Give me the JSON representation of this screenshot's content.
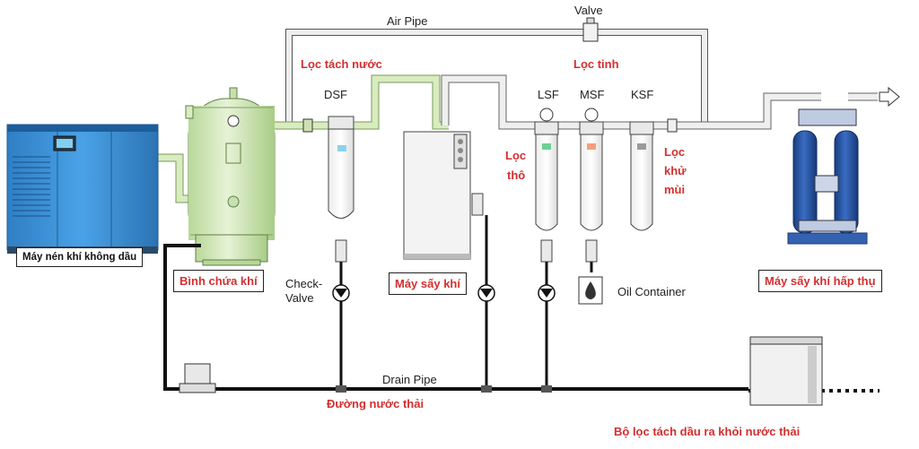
{
  "labels": {
    "air_pipe": "Air Pipe",
    "valve": "Valve",
    "dsf": "DSF",
    "lsf": "LSF",
    "msf": "MSF",
    "ksf": "KSF",
    "check_valve_1": "Check-",
    "check_valve_2": "Valve",
    "oil_container": "Oil Container",
    "drain_pipe": "Drain Pipe"
  },
  "vn_labels": {
    "compressor": "Máy nén khí không dầu",
    "air_tank": "Bình chứa khí",
    "water_separator": "Lọc tách nước",
    "fine_filter": "Lọc tinh",
    "coarse_1": "Lọc",
    "coarse_2": "thô",
    "odor_1": "Lọc",
    "odor_2": "khử",
    "odor_3": "mùi",
    "refrigerated_dryer": "Máy sấy khí",
    "desiccant_dryer": "Máy sấy khí hấp thụ",
    "drain_line": "Đường nước thải",
    "oil_water_separator": "Bộ lọc tách dầu ra khỏi nước thải"
  },
  "colors": {
    "label_red": "#d32f2f",
    "pipe_green": "#cfe8a8",
    "tank_green": "#d9ecc2",
    "compressor_blue": "#3b8fd4",
    "dryer_blue": "#1f4e9e",
    "pipe_gray": "#e4e4e4",
    "line_dark": "#1a1a1a"
  }
}
